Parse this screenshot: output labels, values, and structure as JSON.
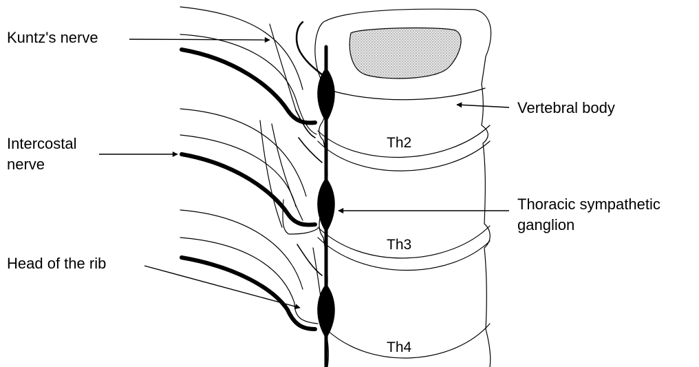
{
  "labels": {
    "kuntz": "Kuntz's nerve",
    "intercostal_1": "Intercostal",
    "intercostal_2": "nerve",
    "head_rib": "Head of the rib",
    "vertebral_body": "Vertebral body",
    "ganglion_1": "Thoracic sympathetic",
    "ganglion_2": "ganglion",
    "th2": "Th2",
    "th3": "Th3",
    "th4": "Th4"
  }
}
